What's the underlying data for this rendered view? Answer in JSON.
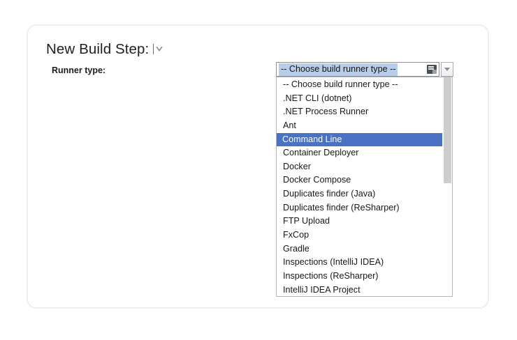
{
  "page": {
    "title": "New Build Step:",
    "title_caret_icon": "caret-down-hollow-icon",
    "text_cursor": "text-cursor"
  },
  "form": {
    "runner_type": {
      "label": "Runner type:",
      "input_value": "-- Choose build runner type --",
      "input_selected": true,
      "ime_icon": "ime-indicator-icon",
      "dropdown_arrow_icon": "caret-down-solid-icon",
      "expanded": true
    }
  },
  "dropdown": {
    "selected_option": "Command Line",
    "options": [
      "-- Choose build runner type --",
      ".NET CLI (dotnet)",
      ".NET Process Runner",
      "Ant",
      "Command Line",
      "Container Deployer",
      "Docker",
      "Docker Compose",
      "Duplicates finder (Java)",
      "Duplicates finder (ReSharper)",
      "FTP Upload",
      "FxCop",
      "Gradle",
      "Inspections (IntelliJ IDEA)",
      "Inspections (ReSharper)",
      "IntelliJ IDEA Project"
    ],
    "scrollbar": {
      "orientation": "vertical",
      "thumb_position_percent": 0,
      "thumb_size_percent": 48
    }
  },
  "colors": {
    "selection_blue": "#4a72c4",
    "input_selection_blue": "#b7cdea",
    "card_border": "#eceef0",
    "list_border": "#b4b6b9",
    "scroll_thumb": "#cccdd0",
    "text": "#18181a"
  }
}
